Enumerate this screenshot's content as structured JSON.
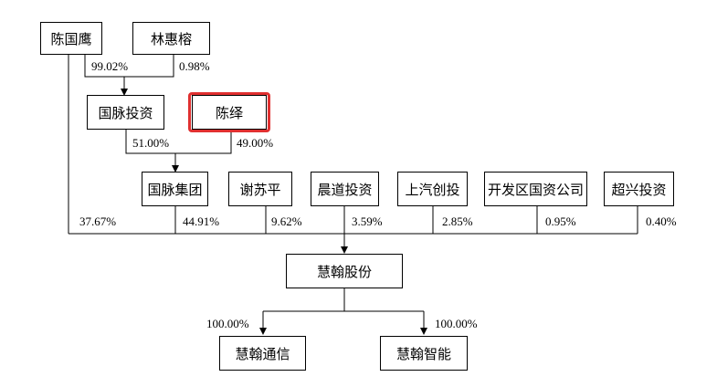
{
  "entities": {
    "chen_guoying": "陈国鹰",
    "lin_huirong": "林惠榕",
    "guomai_touzi": "国脉投资",
    "chen_yi": "陈绎",
    "guomai_jituan": "国脉集团",
    "xie_suping": "谢苏平",
    "chendao_touzi": "晨道投资",
    "shangqi_chuangtou": "上汽创投",
    "kaifaqu_guozi": "开发区国资公司",
    "chaoxing_touzi": "超兴投资",
    "huihan_gufen": "慧翰股份",
    "huihan_tongxin": "慧翰通信",
    "huihan_zhineng": "慧翰智能"
  },
  "percentages": {
    "chen_guoying_to_guomai_touzi": "99.02%",
    "lin_huirong_to_guomai_touzi": "0.98%",
    "guomai_touzi_to_jituan": "51.00%",
    "chen_yi_to_jituan": "49.00%",
    "chen_guoying_to_huihan": "37.67%",
    "jituan_to_huihan": "44.91%",
    "xie_suping_to_huihan": "9.62%",
    "chendao_to_huihan": "3.59%",
    "shangqi_to_huihan": "2.85%",
    "kaifaqu_to_huihan": "0.95%",
    "chaoxing_to_huihan": "0.40%",
    "huihan_to_tongxin": "100.00%",
    "huihan_to_zhineng": "100.00%"
  },
  "colors": {
    "line": "#000000",
    "highlight": "#e03030"
  }
}
